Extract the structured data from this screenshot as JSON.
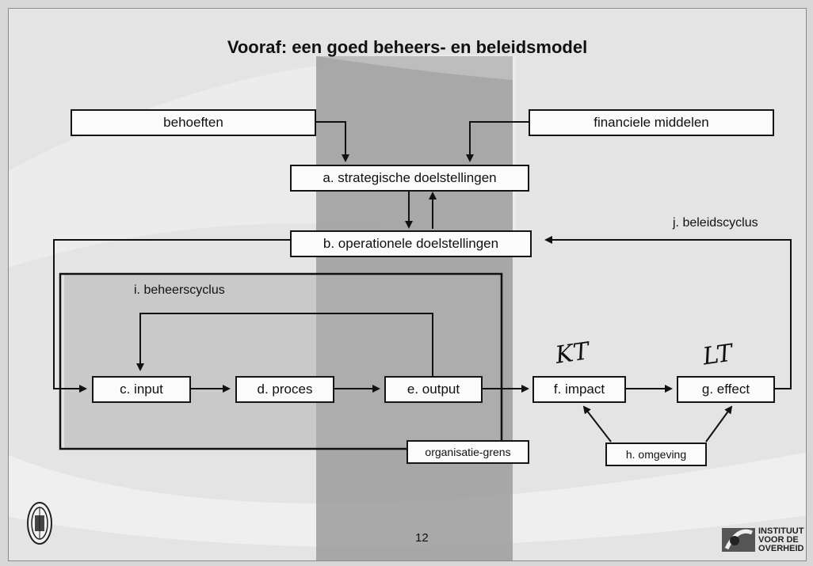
{
  "slide": {
    "title": "Vooraf: een goed beheers- en beleidsmodel",
    "page_number": "12"
  },
  "diagram": {
    "nodes": {
      "behoeften": "behoeften",
      "financiele": "financiele middelen",
      "a": "a. strategische doelstellingen",
      "b": "b. operationele doelstellingen",
      "c": "c. input",
      "d": "d. proces",
      "e": "e. output",
      "f": "f. impact",
      "g": "g. effect",
      "h": "h. omgeving",
      "grens": "organisatie-grens"
    },
    "labels": {
      "beheerscyclus": "i. beheerscyclus",
      "beleidscyclus": "j. beleidscyclus"
    },
    "handwritten": {
      "short_term": "KT",
      "long_term": "LT"
    }
  },
  "logo": {
    "institute": "INSTITUUT VOOR DE OVERHEID"
  }
}
